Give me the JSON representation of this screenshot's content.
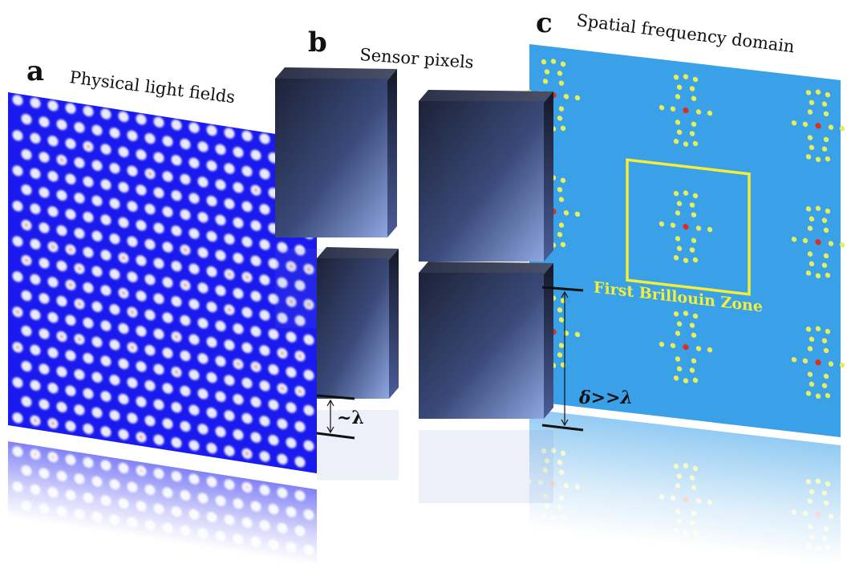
{
  "panels": {
    "a": {
      "letter": "a",
      "title": "Physical light fields"
    },
    "b": {
      "letter": "b",
      "title": "Sensor pixels"
    },
    "c": {
      "letter": "c",
      "title": "Spatial frequency domain",
      "zone_label": "First Brillouin Zone"
    }
  },
  "annotations": {
    "small_gap": "~λ",
    "pixel_pitch": "δ>>λ"
  },
  "colors": {
    "field_bg": "#1a1aee",
    "freq_bg": "#3aa0e8",
    "zone": "#f2ee3a",
    "peak": "#d8321e",
    "pixel": "#2a3350"
  }
}
